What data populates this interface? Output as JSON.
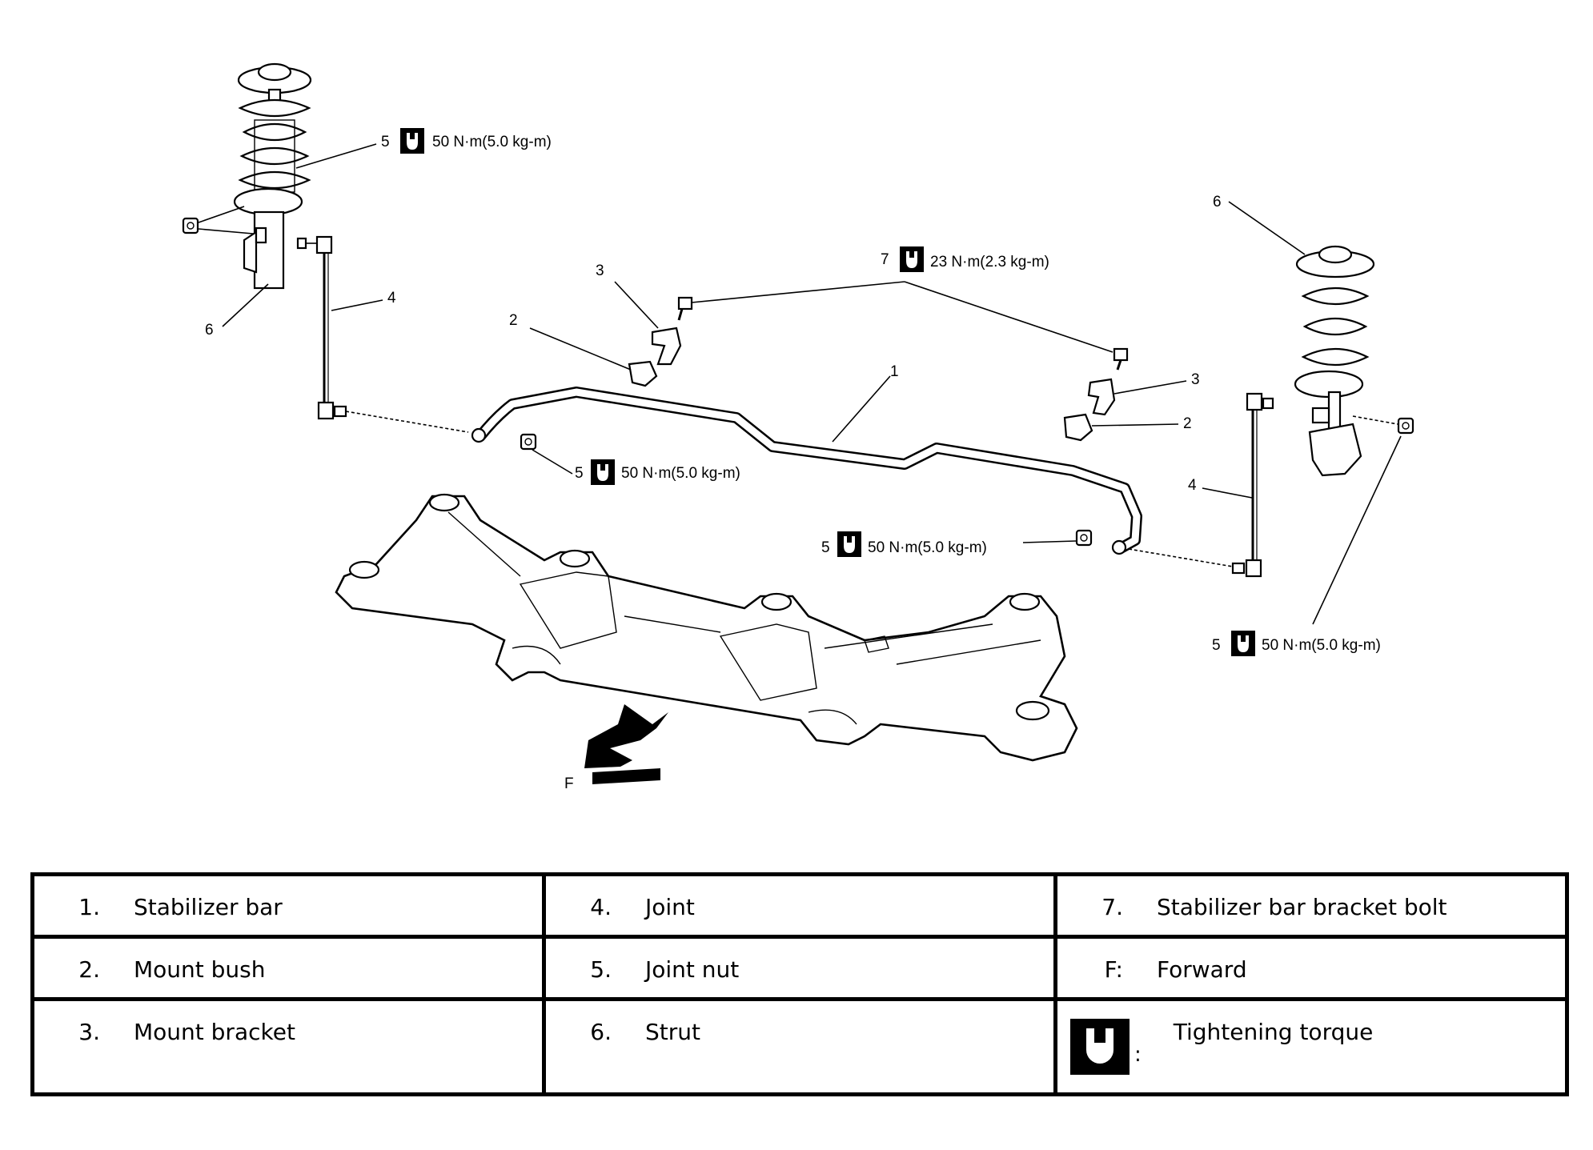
{
  "callouts": {
    "left_strut_num": "6",
    "left_joint_num": "4",
    "left_joint_nut_num": "5",
    "left_joint_nut_torque": "50 N·m(5.0 kg-m)",
    "left_top_nut_num": "5",
    "left_top_nut_torque": "50 N·m(5.0 kg-m)",
    "left_bracket_num": "3",
    "left_bush_num": "2",
    "bolt_num": "7",
    "bolt_torque": "23 N·m(2.3 kg-m)",
    "bar_num": "1",
    "right_bracket_num": "3",
    "right_bush_num": "2",
    "right_strut_num": "6",
    "right_joint_num": "4",
    "right_joint_nut_num": "5",
    "right_joint_nut_torque": "50 N·m(5.0 kg-m)",
    "right_lower_nut_num": "5",
    "right_lower_nut_torque": "50 N·m(5.0 kg-m)",
    "forward_label": "F"
  },
  "legend": {
    "rows": [
      [
        {
          "key": "1.",
          "text": "Stabilizer bar"
        },
        {
          "key": "4.",
          "text": "Joint"
        },
        {
          "key": "7.",
          "text": "Stabilizer bar bracket bolt"
        }
      ],
      [
        {
          "key": "2.",
          "text": "Mount bush"
        },
        {
          "key": "5.",
          "text": "Joint nut"
        },
        {
          "key": "F:",
          "text": "Forward"
        }
      ],
      [
        {
          "key": "3.",
          "text": "Mount bracket"
        },
        {
          "key": "6.",
          "text": "Strut"
        },
        {
          "key": ":",
          "text": "Tightening torque",
          "icon": "torque-wrench-icon"
        }
      ]
    ]
  }
}
